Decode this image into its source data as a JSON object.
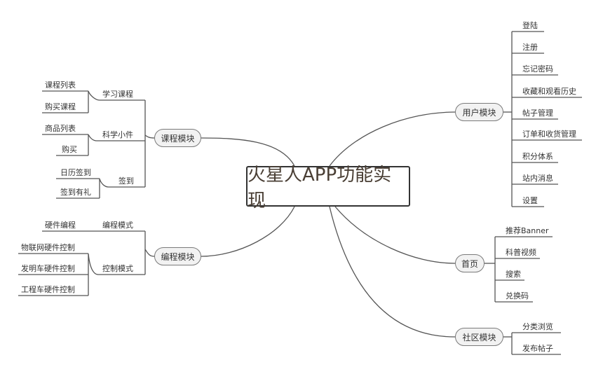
{
  "root": "火星人APP功能实现",
  "course": {
    "label": "课程模块",
    "study": {
      "label": "学习课程",
      "items": [
        "课程列表",
        "购买课程"
      ]
    },
    "kit": {
      "label": "科学小件",
      "items": [
        "商品列表",
        "购买"
      ]
    },
    "checkin": {
      "label": "签到",
      "items": [
        "日历签到",
        "签到有礼"
      ]
    }
  },
  "programming": {
    "label": "编程模块",
    "mode": {
      "label": "编程模式",
      "items": [
        "硬件编程"
      ]
    },
    "control": {
      "label": "控制模式",
      "items": [
        "物联网硬件控制",
        "发明车硬件控制",
        "工程车硬件控制"
      ]
    }
  },
  "user": {
    "label": "用户模块",
    "items": [
      "登陆",
      "注册",
      "忘记密码",
      "收藏和观看历史",
      "帖子管理",
      "订单和收货管理",
      "积分体系",
      "站内消息",
      "设置"
    ]
  },
  "home": {
    "label": "首页",
    "items": [
      "推荐Banner",
      "科普视频",
      "搜索",
      "兑换码"
    ]
  },
  "community": {
    "label": "社区模块",
    "items": [
      "分类浏览",
      "发布帖子"
    ]
  },
  "colors": {
    "line": "#555555",
    "node_fill": "#f2f2f2",
    "node_border": "#7a7a7a",
    "root_border": "#333333"
  }
}
